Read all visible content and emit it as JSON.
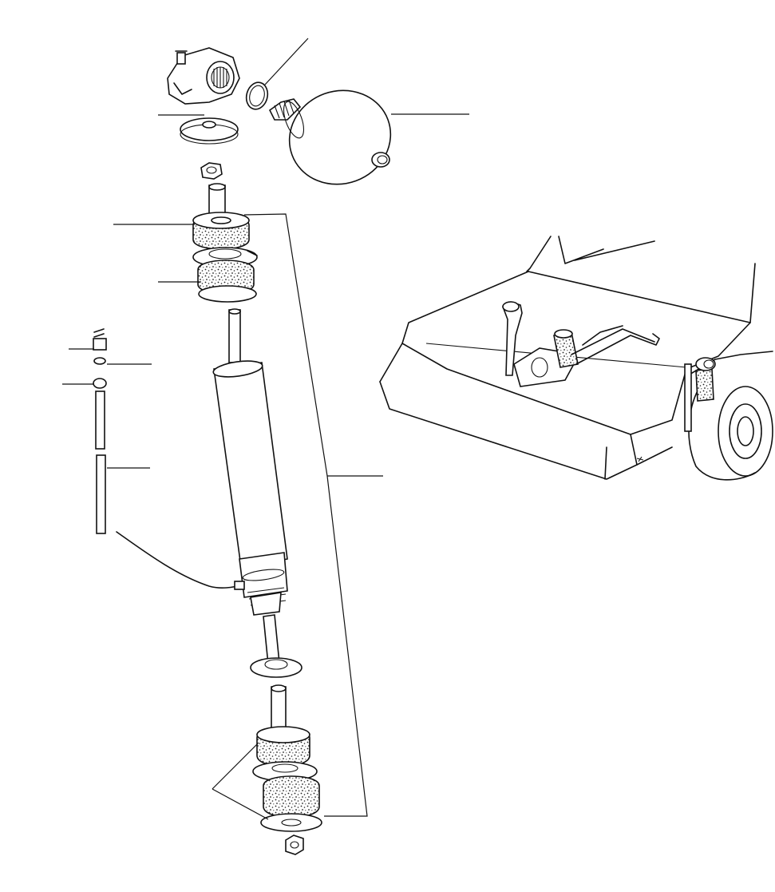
{
  "diagram": {
    "type": "exploded-parts-illustration",
    "line_color": "#111111",
    "background": "#ffffff",
    "parts": [
      "strut-top-bracket",
      "support-plate",
      "o-ring",
      "suspension-sphere",
      "top-nut",
      "upper-rubber-bushes",
      "pipe-union-fittings",
      "hydraulic-pipe",
      "suspension-cylinder",
      "lower-cup-washer",
      "lower-rubber-bushes",
      "bottom-nut",
      "vehicle-location-view"
    ],
    "callouts": []
  }
}
